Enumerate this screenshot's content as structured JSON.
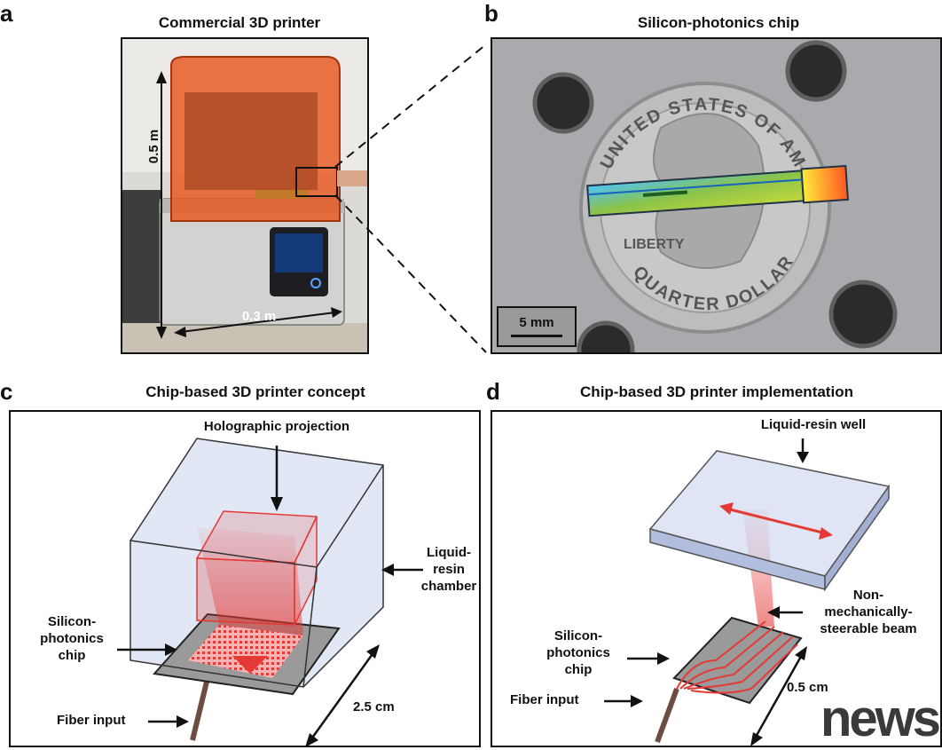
{
  "panels": {
    "a": {
      "letter": "a",
      "title": "Commercial 3D printer",
      "height_label": "0.5 m",
      "width_label": "0.3 m"
    },
    "b": {
      "letter": "b",
      "title": "Silicon-photonics chip",
      "scale_label": "5 mm",
      "coin_text_top": "UNITED STATES OF AMERICA",
      "coin_text_left": "LIBERTY",
      "coin_text_bottom": "QUARTER DOLLAR"
    },
    "c": {
      "letter": "c",
      "title": "Chip-based 3D printer concept",
      "holo_label": "Holographic projection",
      "chamber_label_1": "Liquid-",
      "chamber_label_2": "resin",
      "chamber_label_3": "chamber",
      "chip_label_1": "Silicon-",
      "chip_label_2": "photonics",
      "chip_label_3": "chip",
      "fiber_label": "Fiber input",
      "size_label": "2.5 cm"
    },
    "d": {
      "letter": "d",
      "title": "Chip-based 3D printer implementation",
      "well_label": "Liquid-resin well",
      "beam_label_1": "Non-",
      "beam_label_2": "mechanically-",
      "beam_label_3": "steerable beam",
      "chip_label_1": "Silicon-",
      "chip_label_2": "photonics",
      "chip_label_3": "chip",
      "fiber_label": "Fiber input",
      "size_label": "0.5 cm"
    }
  },
  "watermark": "news",
  "colors": {
    "laser_red": "#e53935",
    "resin_orange": "#e8541c",
    "chamber_blue": "#c9d3ec",
    "chip_gray": "#9a9a9a"
  }
}
